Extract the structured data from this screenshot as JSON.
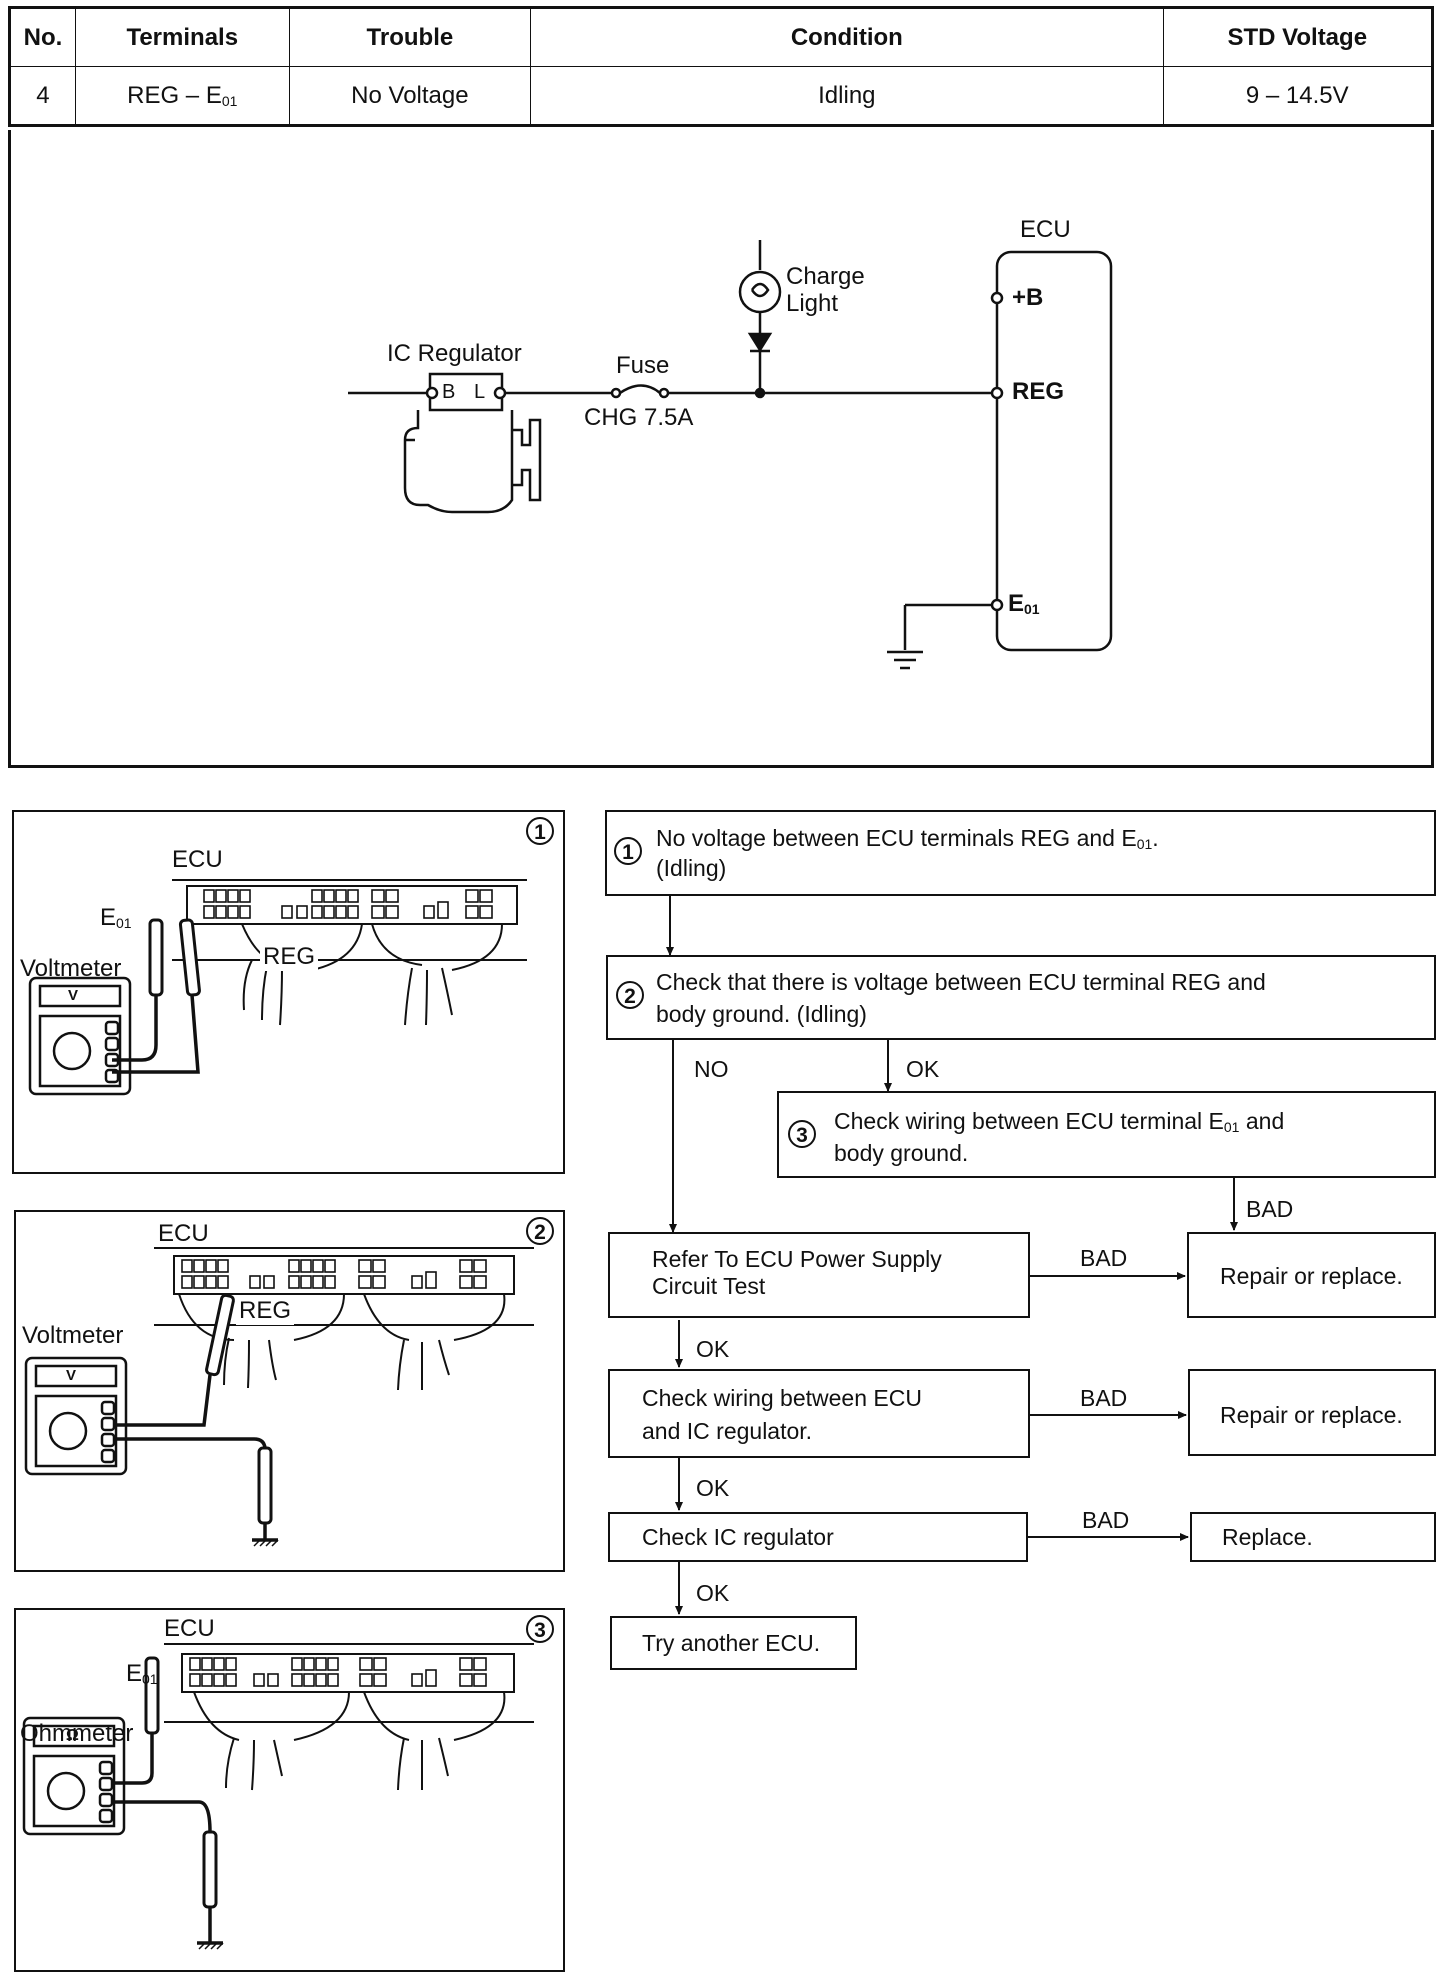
{
  "table": {
    "headers": [
      "No.",
      "Terminals",
      "Trouble",
      "Condition",
      "STD Voltage"
    ],
    "row": {
      "no": "4",
      "terminals_main": "REG – E",
      "terminals_sub": "01",
      "trouble": "No Voltage",
      "condition": "Idling",
      "std_voltage": "9 – 14.5V"
    }
  },
  "schematic": {
    "ic_regulator": "IC Regulator",
    "terminal_b": "B",
    "terminal_l": "L",
    "fuse": "Fuse",
    "fuse_rating": "CHG 7.5A",
    "charge_light_1": "Charge",
    "charge_light_2": "Light",
    "ecu": "ECU",
    "pin_b": "+B",
    "pin_reg": "REG",
    "pin_e": "E",
    "pin_e_sub": "01"
  },
  "illustrations": [
    {
      "num": "1",
      "ecu": "ECU",
      "e01": "E",
      "e01_sub": "01",
      "reg": "REG",
      "meter": "Voltmeter",
      "meter_symbol": "V"
    },
    {
      "num": "2",
      "ecu": "ECU",
      "reg": "REG",
      "meter": "Voltmeter",
      "meter_symbol": "V"
    },
    {
      "num": "3",
      "ecu": "ECU",
      "e01": "E",
      "e01_sub": "01",
      "meter": "Ohmmeter",
      "meter_symbol": "Ω"
    }
  ],
  "flow": {
    "step1_num": "1",
    "step1_line1_a": "No voltage between ECU terminals REG and E",
    "step1_line1_sub": "01",
    "step1_line1_b": ".",
    "step1_line2": "(Idling)",
    "step2_num": "2",
    "step2_line1": "Check that there is voltage between ECU terminal REG and",
    "step2_line2": "body ground. (Idling)",
    "no": "NO",
    "ok": "OK",
    "step3_num": "3",
    "step3_line1_a": "Check wiring between ECU terminal E",
    "step3_line1_sub": "01",
    "step3_line1_b": " and",
    "step3_line2": "body ground.",
    "bad": "BAD",
    "power_line1": "Refer To ECU Power Supply",
    "power_line2": "Circuit Test",
    "repair1": "Repair or replace.",
    "wiring_line1": "Check wiring between ECU",
    "wiring_line2": "and IC regulator.",
    "repair2": "Repair or replace.",
    "check_ic": "Check IC regulator",
    "replace": "Replace.",
    "try_ecu": "Try another ECU."
  }
}
